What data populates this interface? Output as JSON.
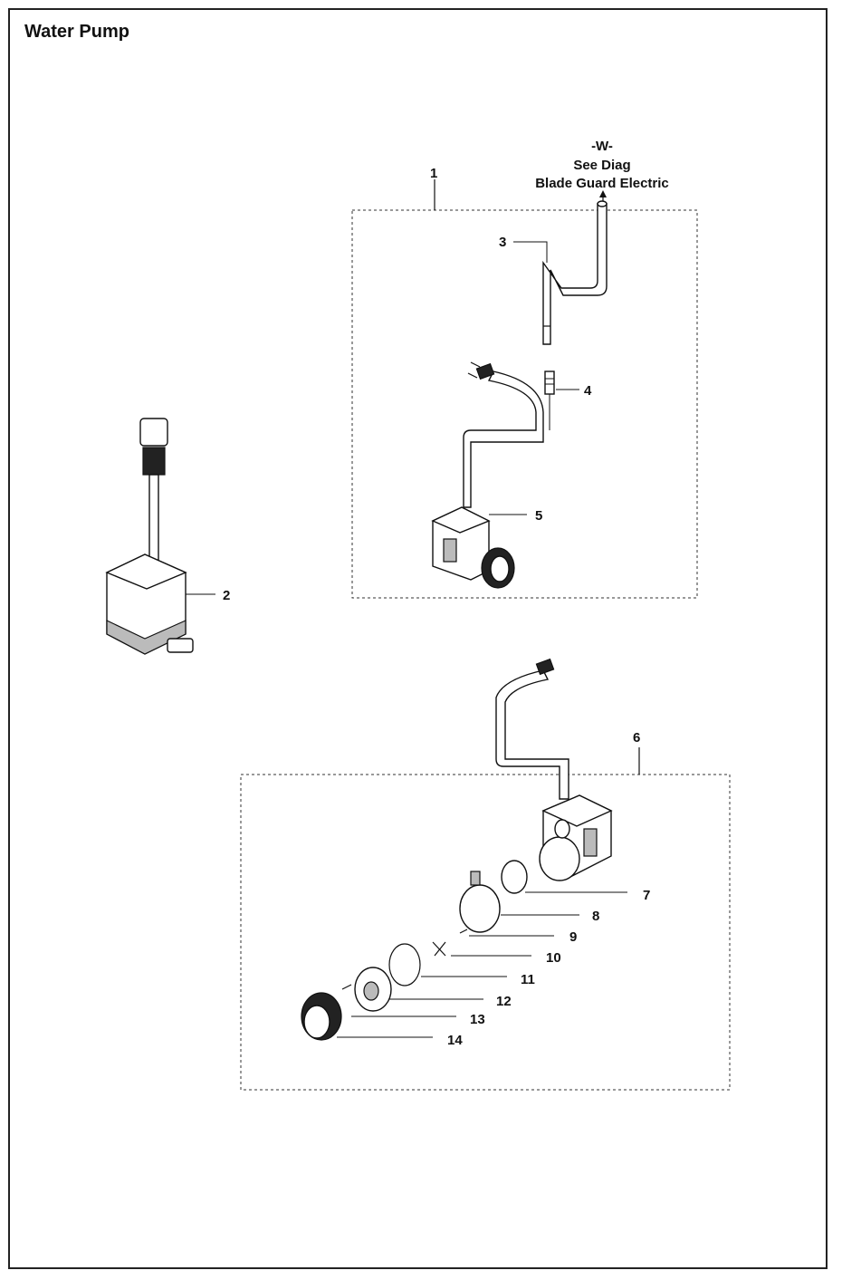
{
  "page": {
    "title": "Water Pump"
  },
  "reference_note": {
    "line1": "-W-",
    "line2": "See Diag",
    "line3": "Blade Guard Electric"
  },
  "callouts": [
    "1",
    "2",
    "3",
    "4",
    "5",
    "6",
    "7",
    "8",
    "9",
    "10",
    "11",
    "12",
    "13",
    "14"
  ],
  "colors": {
    "ink": "#111111",
    "background": "#ffffff",
    "frame": "#222222"
  }
}
